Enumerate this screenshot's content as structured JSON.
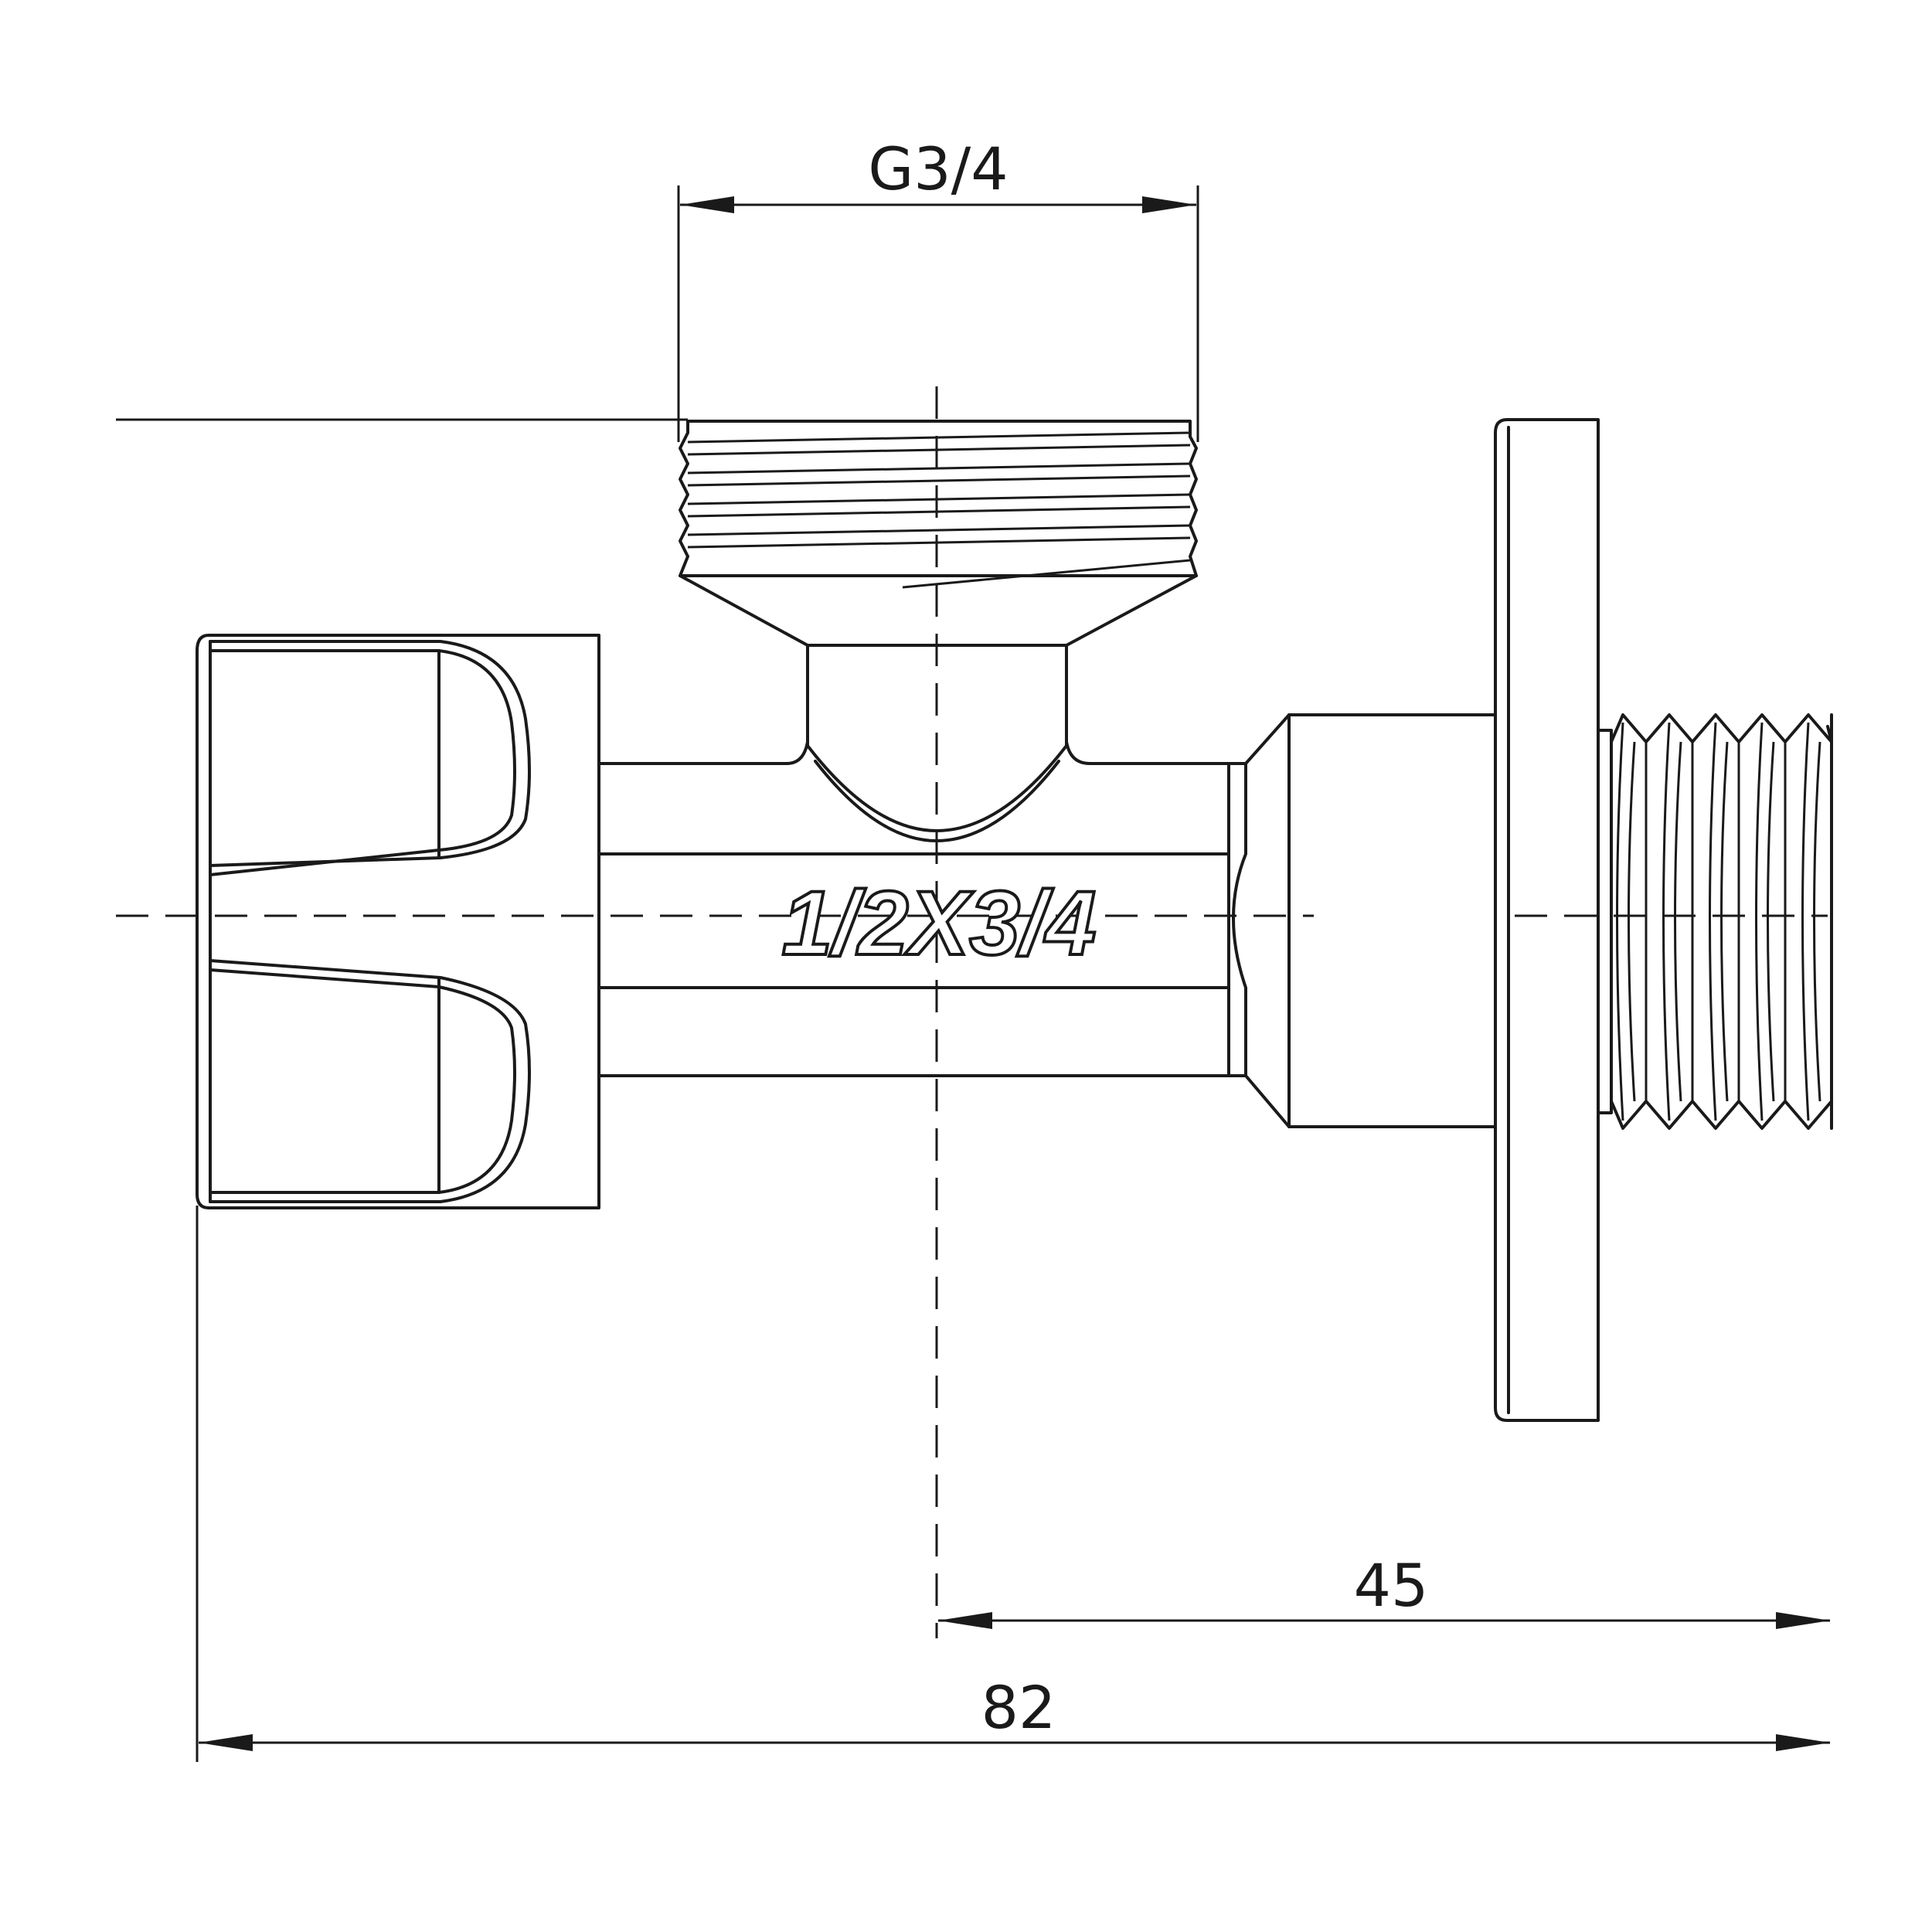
{
  "dimensions": {
    "top_thread_label": "G3/4",
    "center_to_end_label": "45",
    "overall_length_label": "82"
  },
  "body_marking": "1/2X3/4"
}
